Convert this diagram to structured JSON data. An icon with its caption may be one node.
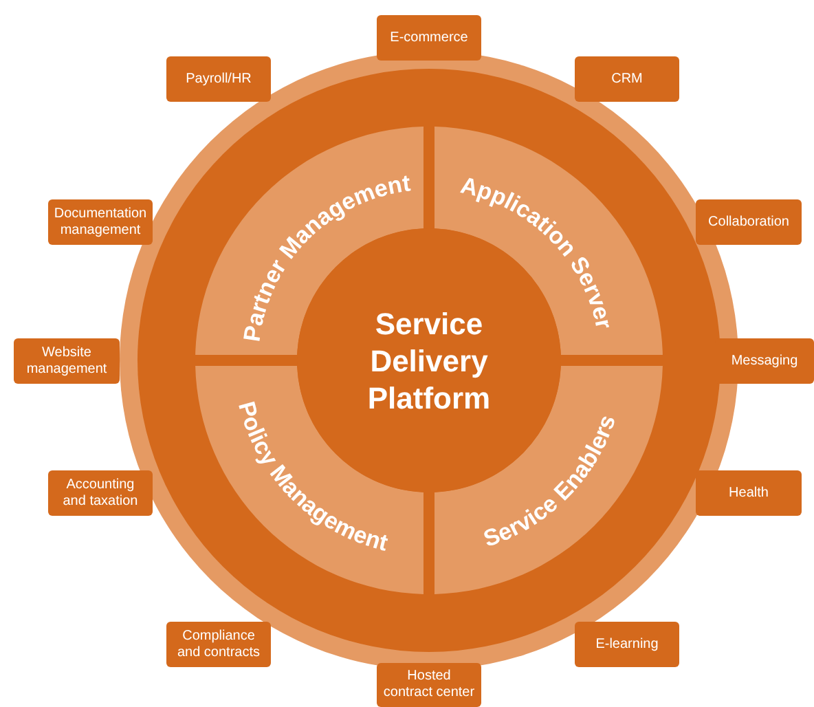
{
  "diagram": {
    "nodes": [
      {
        "text": [
          "Service Delivery Platform"
        ]
      },
      {
        "text": [
          "Partner Management"
        ]
      },
      {
        "text": [
          "Application Server"
        ]
      },
      {
        "text": [
          "Policy Management"
        ]
      },
      {
        "text": [
          "Service Enablers"
        ]
      },
      {
        "text": [
          "E-commerce"
        ]
      },
      {
        "text": [
          "Payroll/HR"
        ]
      },
      {
        "text": [
          "CRM"
        ]
      },
      {
        "text": [
          "Documentation management"
        ]
      },
      {
        "text": [
          "Collaboration"
        ]
      },
      {
        "text": [
          "Website management"
        ]
      },
      {
        "text": [
          "Messaging"
        ]
      },
      {
        "text": [
          "Accounting and taxation"
        ]
      },
      {
        "text": [
          "Health"
        ]
      },
      {
        "text": [
          "Compliance and contracts"
        ]
      },
      {
        "text": [
          "E-learning"
        ]
      },
      {
        "text": [
          "Hosted contract center"
        ]
      }
    ]
  }
}
